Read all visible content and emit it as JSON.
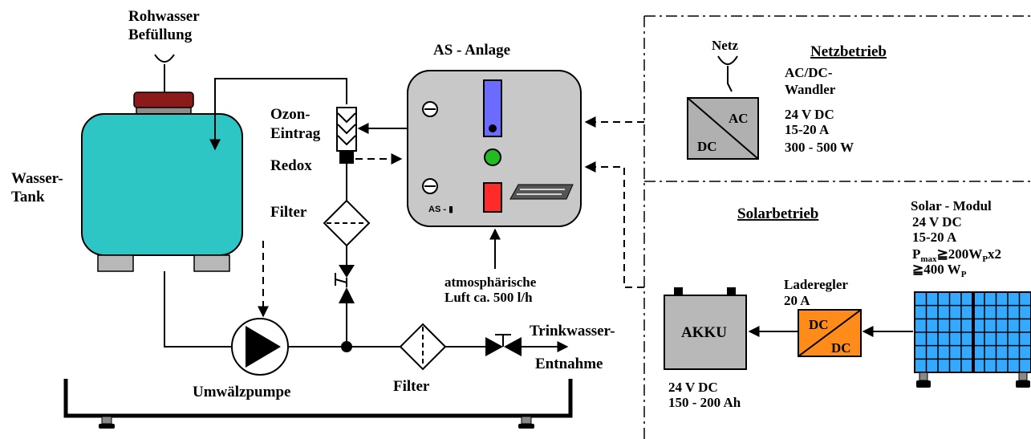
{
  "labels": {
    "rohwasser_line1": "Rohwasser",
    "rohwasser_line2": "Befüllung",
    "wasser_line1": "Wasser-",
    "wasser_line2": "Tank",
    "ozon_line1": "Ozon-",
    "ozon_line2": "Eintrag",
    "redox": "Redox",
    "filter_upper": "Filter",
    "filter_lower": "Filter",
    "pump": "Umwälzpumpe",
    "trink_line1": "Trinkwasser-",
    "trink_line2": "Entnahme",
    "as_title": "AS  -  Anlage",
    "as_device": "AS - ▮",
    "luft_line1": "atmosphärische",
    "luft_line2": "Luft  ca.  500  l/h",
    "netz": "Netz",
    "netzbetrieb": "Netzbetrieb",
    "wandler_line1": "AC/DC-",
    "wandler_line2": "Wandler",
    "wandler_v": "24   V   DC",
    "wandler_a": "15-20   A",
    "wandler_w": "300   -   500   W",
    "ac": "AC",
    "dc": "DC",
    "solarbetrieb": "Solarbetrieb",
    "solar_line1": "Solar  -  Modul",
    "solar_v": "24   V   DC",
    "solar_a": "15-20   A",
    "solar_p": "P",
    "solar_p_sub": "max",
    "solar_p_rest": "≧200W",
    "solar_p_sub2": "P",
    "solar_p_tail": "x2",
    "solar_w": "≧400   W",
    "solar_w_sub": "P",
    "laderegler": "Laderegler",
    "laderegler_a": "20   A",
    "akku": "AKKU",
    "akku_v": "24   V   DC",
    "akku_ah": "150   -   200   Ah",
    "reg_dc1": "DC",
    "reg_dc2": "DC"
  },
  "colors": {
    "tank": "#2ec5c5",
    "cap": "#8b1a1a",
    "device": "#c8c8c8",
    "flowmeter": "#6b6bff",
    "green_led": "#22bb22",
    "red_switch": "#ff2a2a",
    "regulator": "#ff8c1a",
    "solar": "#33aaff",
    "gray": "#b8b8b8"
  },
  "icons": [
    "valve-icon",
    "pump-icon",
    "filter-icon",
    "check-valve-icon",
    "solar-panel-icon",
    "battery-icon"
  ]
}
